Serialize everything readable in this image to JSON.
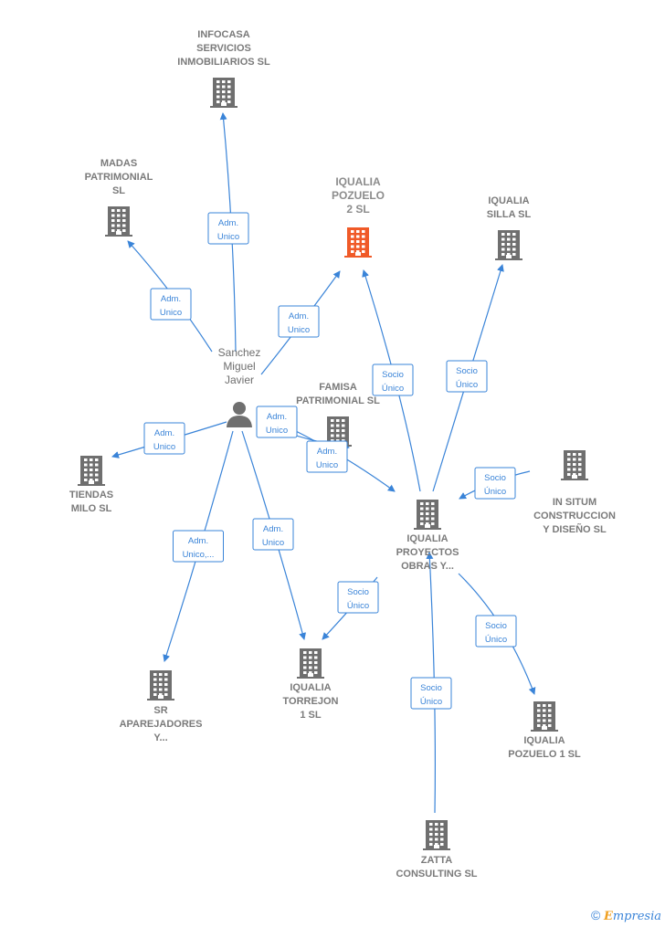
{
  "colors": {
    "accent": "#3a84d8",
    "building": "#6f6f6f",
    "building_main": "#f05a28",
    "person": "#6f6f6f",
    "label": "#7a7a7a"
  },
  "nodes": [
    {
      "id": "infocasa",
      "type": "company",
      "lines": [
        "INFOCASA",
        "SERVICIOS",
        "INMOBILIARIOS SL"
      ]
    },
    {
      "id": "madas",
      "type": "company",
      "lines": [
        "MADAS",
        "PATRIMONIAL",
        "SL"
      ]
    },
    {
      "id": "pozuelo2",
      "type": "company-main",
      "lines": [
        "IQUALIA",
        "POZUELO",
        "2  SL"
      ]
    },
    {
      "id": "silla",
      "type": "company",
      "lines": [
        "IQUALIA",
        "SILLA  SL"
      ]
    },
    {
      "id": "sanchez",
      "type": "person",
      "lines": [
        "Sanchez",
        "Miguel",
        "Javier"
      ]
    },
    {
      "id": "famisa",
      "type": "company",
      "lines": [
        "FAMISA",
        "PATRIMONIAL SL"
      ]
    },
    {
      "id": "tiendas",
      "type": "company",
      "lines": [
        "TIENDAS",
        "MILO SL"
      ]
    },
    {
      "id": "insitum",
      "type": "company",
      "lines": [
        "IN SITUM",
        "CONSTRUCCION",
        "Y DISEÑO SL"
      ]
    },
    {
      "id": "proyectos",
      "type": "company",
      "lines": [
        "IQUALIA",
        "PROYECTOS",
        "OBRAS Y..."
      ]
    },
    {
      "id": "sr",
      "type": "company",
      "lines": [
        "SR",
        "APAREJADORES",
        "Y..."
      ]
    },
    {
      "id": "torrejon",
      "type": "company",
      "lines": [
        "IQUALIA",
        "TORREJON",
        "1  SL"
      ]
    },
    {
      "id": "pozuelo1",
      "type": "company",
      "lines": [
        "IQUALIA",
        "POZUELO 1  SL"
      ]
    },
    {
      "id": "zatta",
      "type": "company",
      "lines": [
        "ZATTA",
        "CONSULTING SL"
      ]
    }
  ],
  "edges": [
    {
      "id": "e1",
      "lines": [
        "Adm.",
        "Unico"
      ]
    },
    {
      "id": "e2",
      "lines": [
        "Adm.",
        "Unico"
      ]
    },
    {
      "id": "e3",
      "lines": [
        "Adm.",
        "Unico"
      ]
    },
    {
      "id": "e4",
      "lines": [
        "Adm.",
        "Unico"
      ]
    },
    {
      "id": "e5",
      "lines": [
        "Adm.",
        "Unico"
      ]
    },
    {
      "id": "e6",
      "lines": [
        "Adm.",
        "Unico"
      ]
    },
    {
      "id": "e7",
      "lines": [
        "Adm.",
        "Unico,..."
      ]
    },
    {
      "id": "e8",
      "lines": [
        "Adm.",
        "Unico"
      ]
    },
    {
      "id": "e9",
      "lines": [
        "Socio",
        "Único"
      ]
    },
    {
      "id": "e10",
      "lines": [
        "Socio",
        "Único"
      ]
    },
    {
      "id": "e11",
      "lines": [
        "Socio",
        "Único"
      ]
    },
    {
      "id": "e12",
      "lines": [
        "Socio",
        "Único"
      ]
    },
    {
      "id": "e13",
      "lines": [
        "Socio",
        "Único"
      ]
    },
    {
      "id": "e14",
      "lines": [
        "Socio",
        "Único"
      ]
    }
  ],
  "footer": {
    "copyright": "©",
    "brand_first": "E",
    "brand_rest": "mpresia"
  }
}
